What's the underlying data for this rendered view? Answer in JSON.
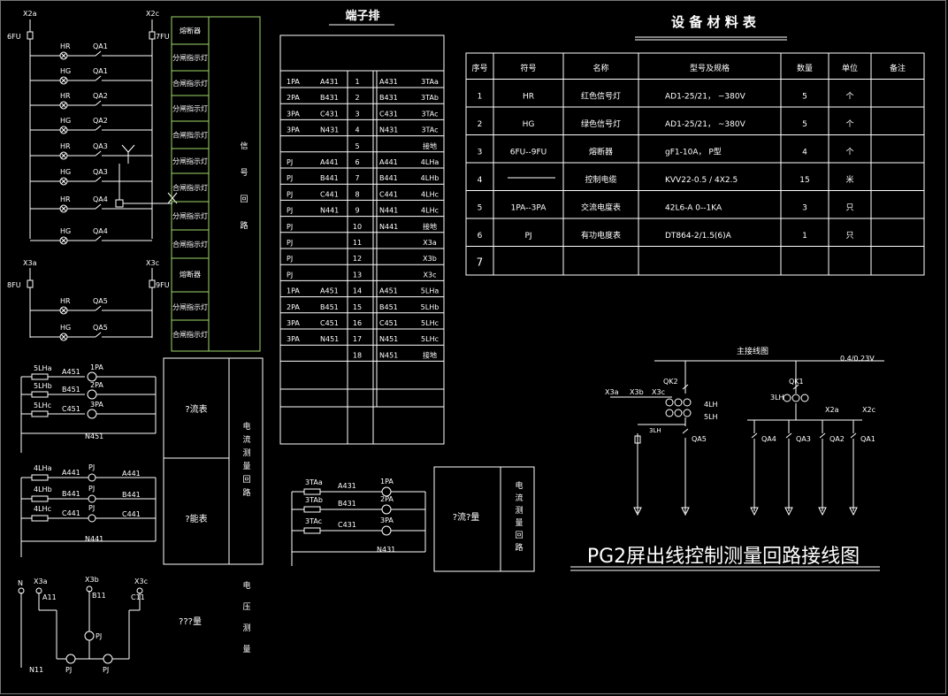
{
  "titles": {
    "terminal_strip": "端子排",
    "material_table": "设 备 材 料 表",
    "drawing_title": "PG2屏出线控制测量回路接线图",
    "main_wiring": "主接线图",
    "voltage": "0.4/0.23V"
  },
  "signal_circuit": {
    "buses": [
      "X2a",
      "X2c",
      "6FU",
      "7FU"
    ],
    "rows": [
      {
        "lamp": "HR",
        "sw": "QA1"
      },
      {
        "lamp": "HG",
        "sw": "QA1"
      },
      {
        "lamp": "HR",
        "sw": "QA2"
      },
      {
        "lamp": "HG",
        "sw": "QA2"
      },
      {
        "lamp": "HR",
        "sw": "QA3"
      },
      {
        "lamp": "HG",
        "sw": "QA3"
      },
      {
        "lamp": "HR",
        "sw": "QA4"
      },
      {
        "lamp": "HG",
        "sw": "QA4"
      }
    ],
    "labels": [
      "熔断器",
      "分闸指示灯",
      "合闸指示灯",
      "分闸指示灯",
      "合闸指示灯",
      "分闸指示灯",
      "合闸指示灯",
      "分闸指示灯",
      "合闸指示灯"
    ],
    "section_label": "信号回路",
    "lower_buses": [
      "X3a",
      "X3c",
      "8FU",
      "9FU"
    ],
    "lower_rows": [
      {
        "lamp": "HR",
        "sw": "QA5"
      },
      {
        "lamp": "HG",
        "sw": "QA5"
      }
    ],
    "lower_labels": [
      "熔断器",
      "分闸指示灯",
      "合闸指示灯"
    ]
  },
  "current_meter_block": {
    "rows": [
      {
        "ct": "5LHa",
        "wire": "A451",
        "meter": "1PA"
      },
      {
        "ct": "5LHb",
        "wire": "B451",
        "meter": "2PA"
      },
      {
        "ct": "5LHc",
        "wire": "C451",
        "meter": "3PA"
      }
    ],
    "neutral": "N451",
    "label": "?流表"
  },
  "energy_meter_block": {
    "rows": [
      {
        "ct": "4LHa",
        "wire": "A441",
        "meter": "PJ",
        "out": "A441"
      },
      {
        "ct": "4LHb",
        "wire": "B441",
        "meter": "PJ",
        "out": "B441"
      },
      {
        "ct": "4LHc",
        "wire": "C441",
        "meter": "PJ",
        "out": "C441"
      }
    ],
    "neutral": "N441",
    "label": "?能表"
  },
  "voltage_block": {
    "buses": [
      "N",
      "X3a",
      "X3b",
      "X3c"
    ],
    "wires": [
      "A11",
      "B11",
      "C11",
      "N11"
    ],
    "meters": [
      "PJ",
      "PJ",
      "PJ"
    ],
    "label": "???量"
  },
  "side_labels": {
    "current": "电流测量回路",
    "voltage": "电压测量"
  },
  "middle_block": {
    "rows": [
      {
        "ct": "3TAa",
        "wire": "A431",
        "meter": "1PA"
      },
      {
        "ct": "3TAb",
        "wire": "B431",
        "meter": "2PA"
      },
      {
        "ct": "3TAc",
        "wire": "C431",
        "meter": "3PA"
      }
    ],
    "neutral": "N431",
    "label": "?流?量",
    "side": "电流测量回路"
  },
  "terminal_rows": [
    {
      "l1": "1PA",
      "l2": "A431",
      "n": "1",
      "r1": "A431",
      "r2": "3TAa"
    },
    {
      "l1": "2PA",
      "l2": "B431",
      "n": "2",
      "r1": "B431",
      "r2": "3TAb"
    },
    {
      "l1": "3PA",
      "l2": "C431",
      "n": "3",
      "r1": "C431",
      "r2": "3TAc"
    },
    {
      "l1": "3PA",
      "l2": "N431",
      "n": "4",
      "r1": "N431",
      "r2": "3TAc"
    },
    {
      "l1": "",
      "l2": "",
      "n": "5",
      "r1": "",
      "r2": "接地"
    },
    {
      "l1": "PJ",
      "l2": "A441",
      "n": "6",
      "r1": "A441",
      "r2": "4LHa"
    },
    {
      "l1": "PJ",
      "l2": "B441",
      "n": "7",
      "r1": "B441",
      "r2": "4LHb"
    },
    {
      "l1": "PJ",
      "l2": "C441",
      "n": "8",
      "r1": "C441",
      "r2": "4LHc"
    },
    {
      "l1": "PJ",
      "l2": "N441",
      "n": "9",
      "r1": "N441",
      "r2": "4LHc"
    },
    {
      "l1": "PJ",
      "l2": "",
      "n": "10",
      "r1": "N441",
      "r2": "接地"
    },
    {
      "l1": "PJ",
      "l2": "",
      "n": "11",
      "r1": "",
      "r2": "X3a"
    },
    {
      "l1": "PJ",
      "l2": "",
      "n": "12",
      "r1": "",
      "r2": "X3b"
    },
    {
      "l1": "PJ",
      "l2": "",
      "n": "13",
      "r1": "",
      "r2": "X3c"
    },
    {
      "l1": "1PA",
      "l2": "A451",
      "n": "14",
      "r1": "A451",
      "r2": "5LHa"
    },
    {
      "l1": "2PA",
      "l2": "B451",
      "n": "15",
      "r1": "B451",
      "r2": "5LHb"
    },
    {
      "l1": "3PA",
      "l2": "C451",
      "n": "16",
      "r1": "C451",
      "r2": "5LHc"
    },
    {
      "l1": "3PA",
      "l2": "N451",
      "n": "17",
      "r1": "N451",
      "r2": "5LHc"
    },
    {
      "l1": "",
      "l2": "",
      "n": "18",
      "r1": "N451",
      "r2": "接地"
    }
  ],
  "material_table": {
    "headers": [
      "序号",
      "符号",
      "名称",
      "型号及规格",
      "数量",
      "单位",
      "备注"
    ],
    "rows": [
      [
        "1",
        "HR",
        "红色信号灯",
        "AD1-25/21， ~380V",
        "5",
        "个",
        ""
      ],
      [
        "2",
        "HG",
        "绿色信号灯",
        "AD1-25/21， ~380V",
        "5",
        "个",
        ""
      ],
      [
        "3",
        "6FU--9FU",
        "熔断器",
        "gF1-10A，      P型",
        "4",
        "个",
        ""
      ],
      [
        "4",
        "",
        "控制电缆",
        "KVV22-0.5 / 4X2.5",
        "15",
        "米",
        ""
      ],
      [
        "5",
        "1PA--3PA",
        "交流电度表",
        "42L6-A     0--1KA",
        "3",
        "只",
        ""
      ],
      [
        "6",
        "PJ",
        "有功电度表",
        "DT864-2/1.5(6)A",
        "1",
        "只",
        ""
      ],
      [
        "7",
        "",
        "",
        "",
        "",
        "",
        ""
      ]
    ]
  },
  "main_diagram": {
    "left_labels": [
      "QK2",
      "X3a",
      "X3b",
      "X3c",
      "4LH",
      "5LH",
      "3LH",
      "QA5"
    ],
    "right_labels": [
      "QK1",
      "3LH",
      "X2a",
      "X2c"
    ],
    "branches": [
      "QA4",
      "QA3",
      "QA2",
      "QA1"
    ],
    "small_box": "3LH"
  }
}
